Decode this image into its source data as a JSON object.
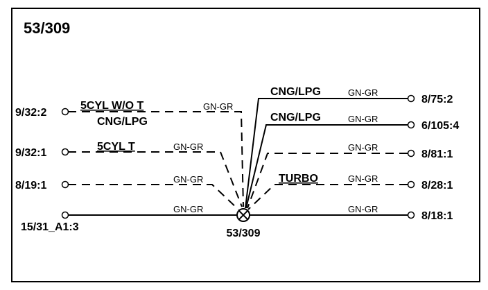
{
  "title": "53/309",
  "splice_label": "53/309",
  "left_pins": {
    "p1": "9/32:2",
    "p2": "9/32:1",
    "p3": "8/19:1",
    "p4": "15/31_A1:3"
  },
  "right_pins": {
    "p1": "8/75:2",
    "p2": "6/105:4",
    "p3": "8/81:1",
    "p4": "8/28:1",
    "p5": "8/18:1"
  },
  "descriptions": {
    "l1_line1": "5CYL W/O T",
    "l1_line2": "CNG/LPG",
    "l2": "5CYL T",
    "r1": "CNG/LPG",
    "r2": "CNG/LPG",
    "r4": "TURBO"
  },
  "wire_colors": {
    "l1": "GN-GR",
    "l2": "GN-GR",
    "l3": "GN-GR",
    "l4": "GN-GR",
    "r1": "GN-GR",
    "r2": "GN-GR",
    "r3": "GN-GR",
    "r4": "GN-GR",
    "r5": "GN-GR"
  }
}
